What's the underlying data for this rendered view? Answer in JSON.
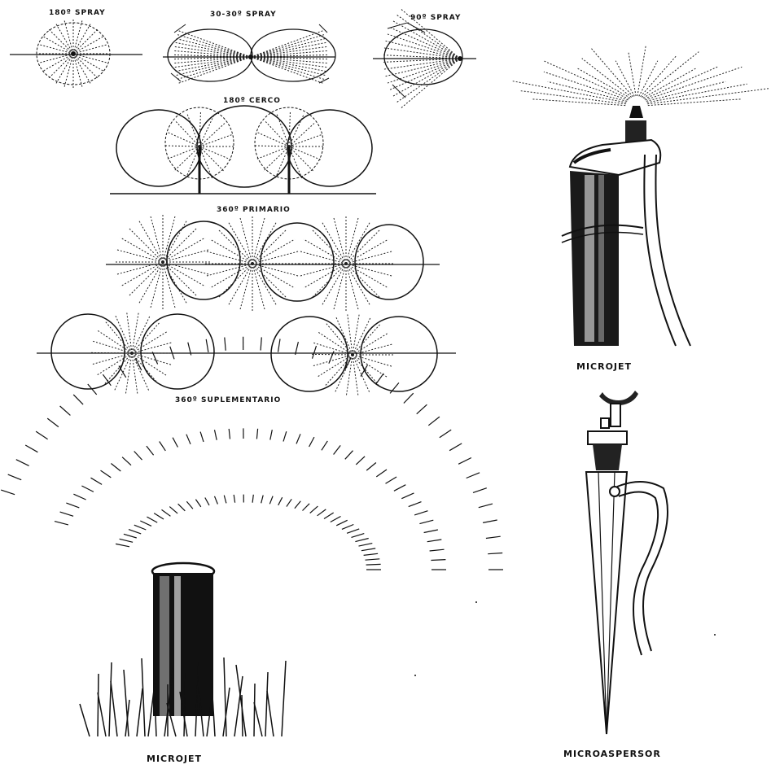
{
  "labels": {
    "spray_180": "180º SPRAY",
    "spray_30_30": "30-30º SPRAY",
    "spray_90": "90º SPRAY",
    "circle_180": "180º CERCO",
    "primary_360": "360º PRIMARIO",
    "supplementary_360": "360º SUPLEMENTARIO",
    "microjet_top": "MICROJET",
    "microjet_bottom": "MICROJET",
    "microaspersor": "MICROASPERSOR"
  },
  "colors": {
    "ink": "#111111",
    "background": "#ffffff"
  }
}
